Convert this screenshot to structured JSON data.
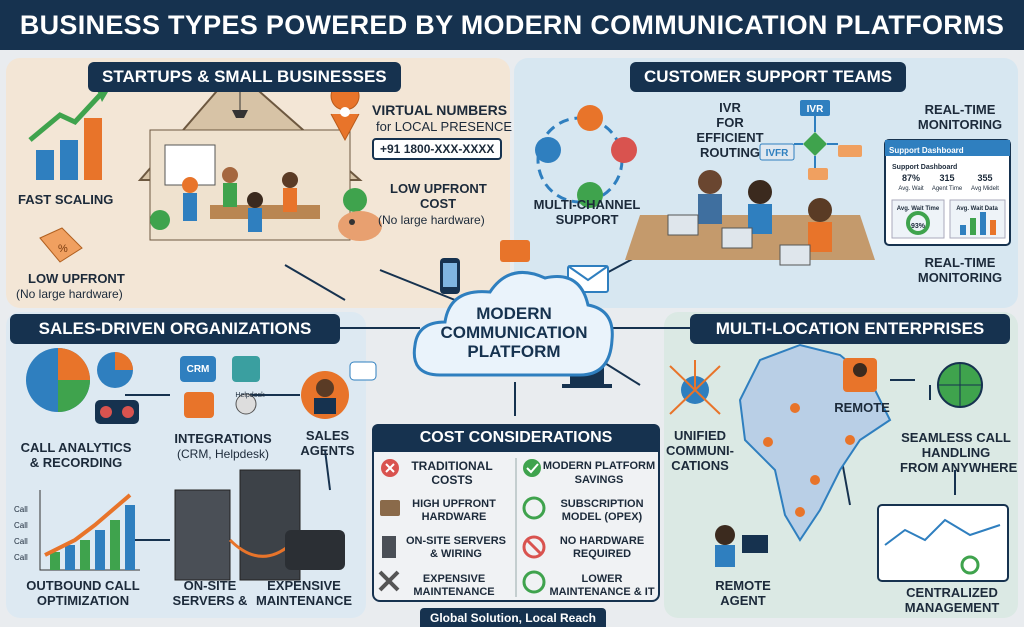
{
  "title": "BUSINESS TYPES POWERED BY MODERN COMMUNICATION PLATFORMS",
  "center": {
    "line1": "MODERN",
    "line2": "COMMUNICATION",
    "line3": "PLATFORM"
  },
  "startups": {
    "header": "STARTUPS & SMALL BUSINESSES",
    "fast_scaling": "FAST SCALING",
    "virtual_line1": "VIRTUAL NUMBERS",
    "virtual_line2": "for LOCAL PRESENCE",
    "phone_number": "+91 1800-XXX-XXXX",
    "low_upfront_a_line1": "LOW UPFRONT",
    "low_upfront_a_line2": "COST",
    "low_upfront_a_sub": "(No large hardware)",
    "low_upfront_b_line1": "LOW UPFRONT",
    "low_upfront_b_sub": "(No large hardware)"
  },
  "support": {
    "header": "CUSTOMER SUPPORT TEAMS",
    "ivr_line1": "IVR",
    "ivr_line2": "FOR",
    "ivr_line3": "EFFICIENT",
    "ivr_line4": "ROUTING",
    "multi_line1": "MULTI-CHANNEL",
    "multi_line2": "SUPPORT",
    "rt_top_line1": "REAL-TIME",
    "rt_top_line2": "MONITORING",
    "rt_bot_line1": "REAL-TIME",
    "rt_bot_line2": "MONITORING",
    "flow_ivr": "IVR",
    "flow_ivfr": "IVFR",
    "dashboard_title": "Support Dashboard",
    "dashboard_sub": "Support Dashboard",
    "stat1_val": "87%",
    "stat1_lbl": "Avg. Wait",
    "stat2_val": "315",
    "stat2_lbl": "Agent Time",
    "stat3_val": "355",
    "stat3_lbl": "Avg Midelt",
    "card1_lbl": "Avg. Wait Time",
    "card1_val": "93%",
    "card2_lbl": "Avg. Wait Data"
  },
  "sales": {
    "header": "SALES-DRIVEN ORGANIZATIONS",
    "call_analytics_line1": "CALL ANALYTICS",
    "call_analytics_line2": "& RECORDING",
    "integrations_line1": "INTEGRATIONS",
    "integrations_sub": "(CRM, Helpdesk)",
    "crm": "CRM",
    "helpdesk": "Helpdesk",
    "sales_agents_line1": "SALES",
    "sales_agents_line2": "AGENTS",
    "outbound_line1": "OUTBOUND CALL",
    "outbound_line2": "OPTIMIZATION",
    "onsite_line1": "ON-SITE",
    "onsite_line2": "SERVERS &",
    "expensive_line1": "EXPENSIVE",
    "expensive_line2": "MAINTENANCE",
    "chart_labels": [
      "Call",
      "Call",
      "Call",
      "Call"
    ]
  },
  "multi": {
    "header": "MULTI-LOCATION ENTERPRISES",
    "unified_line1": "UNIFIED",
    "unified_line2": "COMMUNI-",
    "unified_line3": "CATIONS",
    "remote": "REMOTE",
    "seamless_line1": "SEAMLESS CALL",
    "seamless_line2": "HANDLING",
    "seamless_line3": "FROM ANYWHERE",
    "remote_agent_line1": "REMOTE",
    "remote_agent_line2": "AGENT",
    "central_line1": "CENTRALIZED",
    "central_line2": "MANAGEMENT"
  },
  "cost": {
    "header": "COST CONSIDERATIONS",
    "trad_line1": "TRADITIONAL",
    "trad_line2": "COSTS",
    "modern_line1": "MODERN PLATFORM",
    "modern_line2": "SAVINGS",
    "t1_line1": "HIGH UPFRONT",
    "t1_line2": "HARDWARE",
    "t2_line1": "ON-SITE SERVERS",
    "t2_line2": "& WIRING",
    "t3_line1": "EXPENSIVE",
    "t3_line2": "MAINTENANCE",
    "m1_line1": "SUBSCRIPTION",
    "m1_line2": "MODEL (OPEX)",
    "m2_line1": "NO HARDWARE",
    "m2_line2": "REQUIRED",
    "m3_line1": "LOWER",
    "m3_line2": "MAINTENANCE & IT"
  },
  "footer": "Global Solution, Local Reach",
  "colors": {
    "navy": "#16324f",
    "orange": "#e8742a",
    "green": "#3fa34d",
    "blue": "#2f7fbf",
    "red": "#d9534f"
  }
}
